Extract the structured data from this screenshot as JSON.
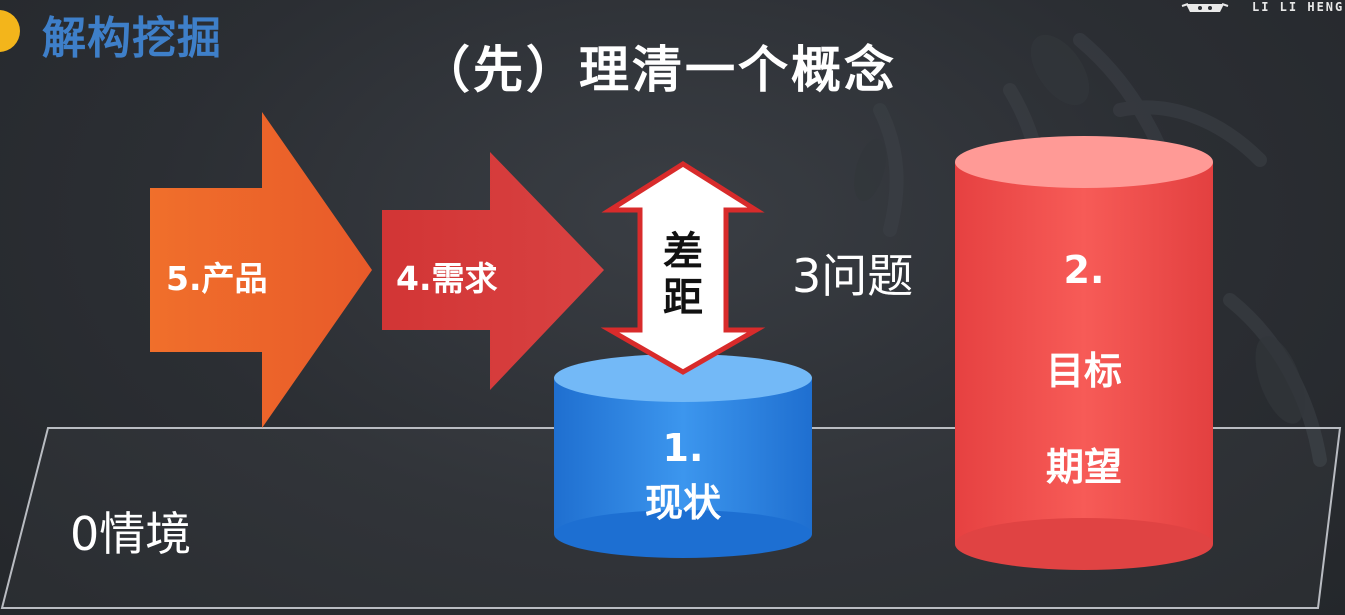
{
  "header": {
    "section_title": "解构挖掘",
    "brand_text": "LI LI HENG"
  },
  "headline": "（先）理清一个概念",
  "diagram": {
    "arrow_product": "5.产品",
    "arrow_demand": "4.需求",
    "gap_top": "差",
    "gap_bottom": "距",
    "problem": "3问题",
    "current_num": "1.",
    "current_label": "现状",
    "goal_num": "2.",
    "goal_label_1": "目标",
    "goal_label_2": "期望",
    "context": "0情境"
  },
  "colors": {
    "section_title": "#3e7fc9",
    "accent_dot": "#f3b51b",
    "arrow_product": "#ee6a2c",
    "arrow_demand": "#d63a3a",
    "current_cylinder": "#2f86e0",
    "goal_cylinder": "#f2504f",
    "background": "#2b2e33"
  },
  "icons": {
    "logo": "cartoon-face-logo"
  }
}
